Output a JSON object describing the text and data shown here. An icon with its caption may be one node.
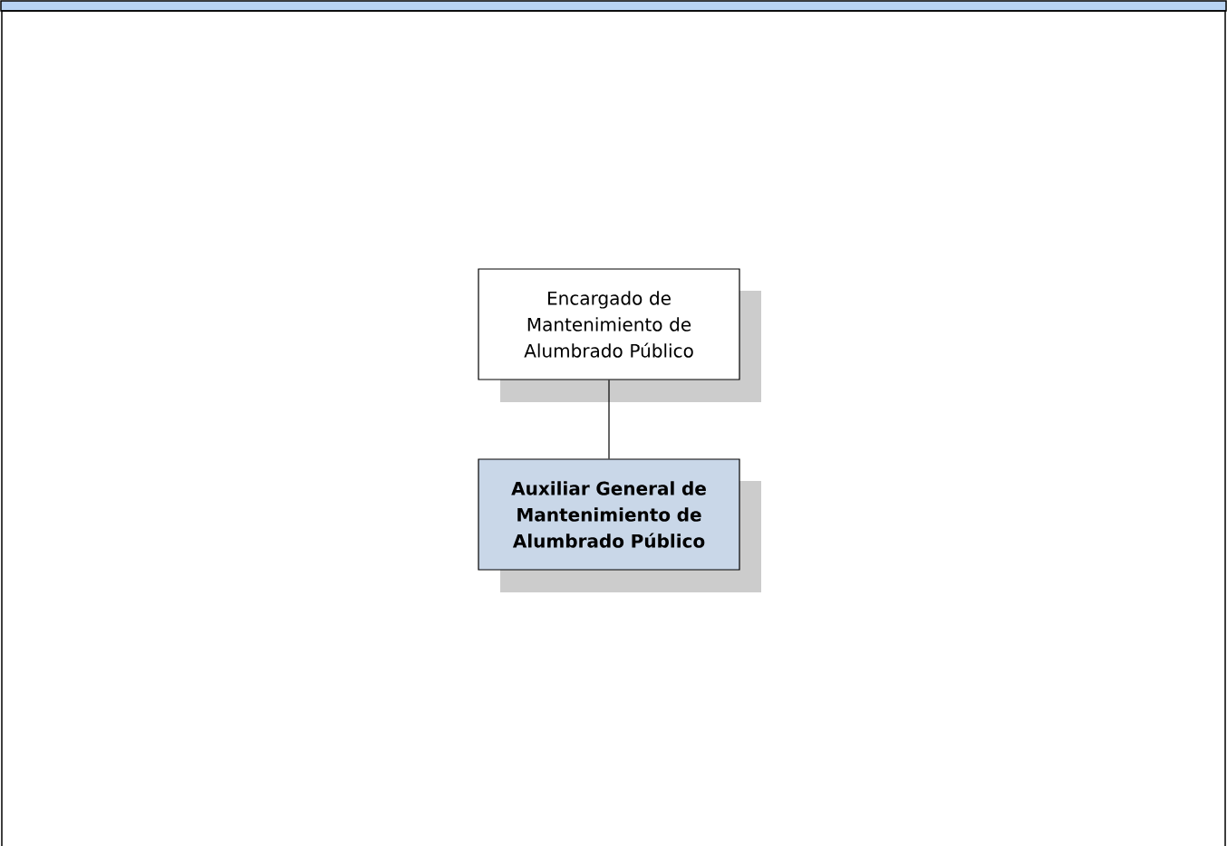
{
  "diagram": {
    "nodes": [
      {
        "text": [
          "Encargado de Mantenimiento de Alumbrado Público"
        ]
      },
      {
        "text": [
          "Auxiliar General de Mantenimiento de Alumbrado Público"
        ]
      }
    ],
    "edges": [
      {
        "from": 0,
        "to": 1,
        "arrow": "none"
      }
    ]
  }
}
